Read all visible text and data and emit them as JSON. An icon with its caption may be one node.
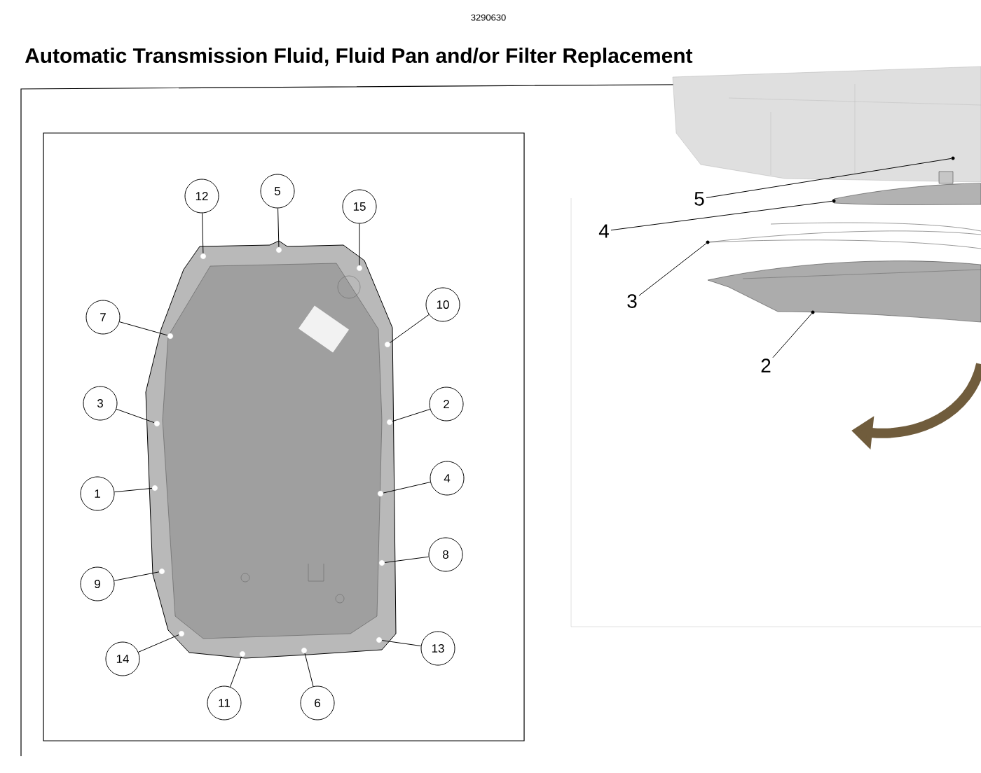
{
  "diagram": {
    "title": "Automatic Transmission Fluid, Fluid Pan and/or Filter Replacement",
    "nodes": [
      {
        "text": [
          "12"
        ]
      },
      {
        "text": [
          "5"
        ]
      },
      {
        "text": [
          "15"
        ]
      },
      {
        "text": [
          "7"
        ]
      },
      {
        "text": [
          "10"
        ]
      },
      {
        "text": [
          "3"
        ]
      },
      {
        "text": [
          "2"
        ]
      },
      {
        "text": [
          "1"
        ]
      },
      {
        "text": [
          "4"
        ]
      },
      {
        "text": [
          "9"
        ]
      },
      {
        "text": [
          "8"
        ]
      },
      {
        "text": [
          "14"
        ]
      },
      {
        "text": [
          "13"
        ]
      },
      {
        "text": [
          "11"
        ]
      },
      {
        "text": [
          "6"
        ]
      },
      {
        "text": [
          "5"
        ]
      },
      {
        "text": [
          "4"
        ]
      },
      {
        "text": [
          "3"
        ]
      },
      {
        "text": [
          "2"
        ]
      },
      {
        "text": [],
        "shape": "circle"
      },
      {
        "text": [],
        "shape": "circle"
      },
      {
        "text": [],
        "shape": "circle"
      },
      {
        "text": [],
        "shape": "circle"
      },
      {
        "text": [],
        "shape": "circle"
      },
      {
        "text": [],
        "shape": "circle"
      },
      {
        "text": [],
        "shape": "circle"
      },
      {
        "text": [],
        "shape": "circle"
      },
      {
        "text": [],
        "shape": "circle"
      },
      {
        "text": [],
        "shape": "circle"
      },
      {
        "text": [],
        "shape": "circle"
      },
      {
        "text": [],
        "shape": "circle"
      },
      {
        "text": [],
        "shape": "circle"
      },
      {
        "text": [],
        "shape": "circle"
      },
      {
        "text": [],
        "shape": "circle"
      },
      {
        "text": [],
        "shape": "circle"
      },
      {
        "text": [],
        "shape": "circle"
      },
      {
        "text": [],
        "shape": "circle"
      },
      {
        "text": [],
        "shape": "circle"
      }
    ],
    "edges": [
      {
        "from": 0,
        "to": 19,
        "arrow": "none"
      },
      {
        "from": 1,
        "to": 20,
        "arrow": "none"
      },
      {
        "from": 2,
        "to": 21,
        "arrow": "none"
      },
      {
        "from": 3,
        "to": 22,
        "arrow": "none"
      },
      {
        "from": 4,
        "to": 23,
        "arrow": "none"
      },
      {
        "from": 5,
        "to": 24,
        "arrow": "none"
      },
      {
        "from": 6,
        "to": 25,
        "arrow": "none"
      },
      {
        "from": 7,
        "to": 26,
        "arrow": "none"
      },
      {
        "from": 8,
        "to": 27,
        "arrow": "none"
      },
      {
        "from": 9,
        "to": 28,
        "arrow": "none"
      },
      {
        "from": 10,
        "to": 29,
        "arrow": "none"
      },
      {
        "from": 11,
        "to": 30,
        "arrow": "none"
      },
      {
        "from": 12,
        "to": 31,
        "arrow": "none"
      },
      {
        "from": 13,
        "to": 32,
        "arrow": "none"
      },
      {
        "from": 14,
        "to": 33,
        "arrow": "none"
      },
      {
        "from": 15,
        "to": 34,
        "arrow": "none"
      },
      {
        "from": 16,
        "to": 35,
        "arrow": "none"
      },
      {
        "from": 17,
        "to": 36,
        "arrow": "none"
      },
      {
        "from": 18,
        "to": 37,
        "arrow": "none"
      }
    ],
    "labels": [
      "3290630"
    ]
  }
}
